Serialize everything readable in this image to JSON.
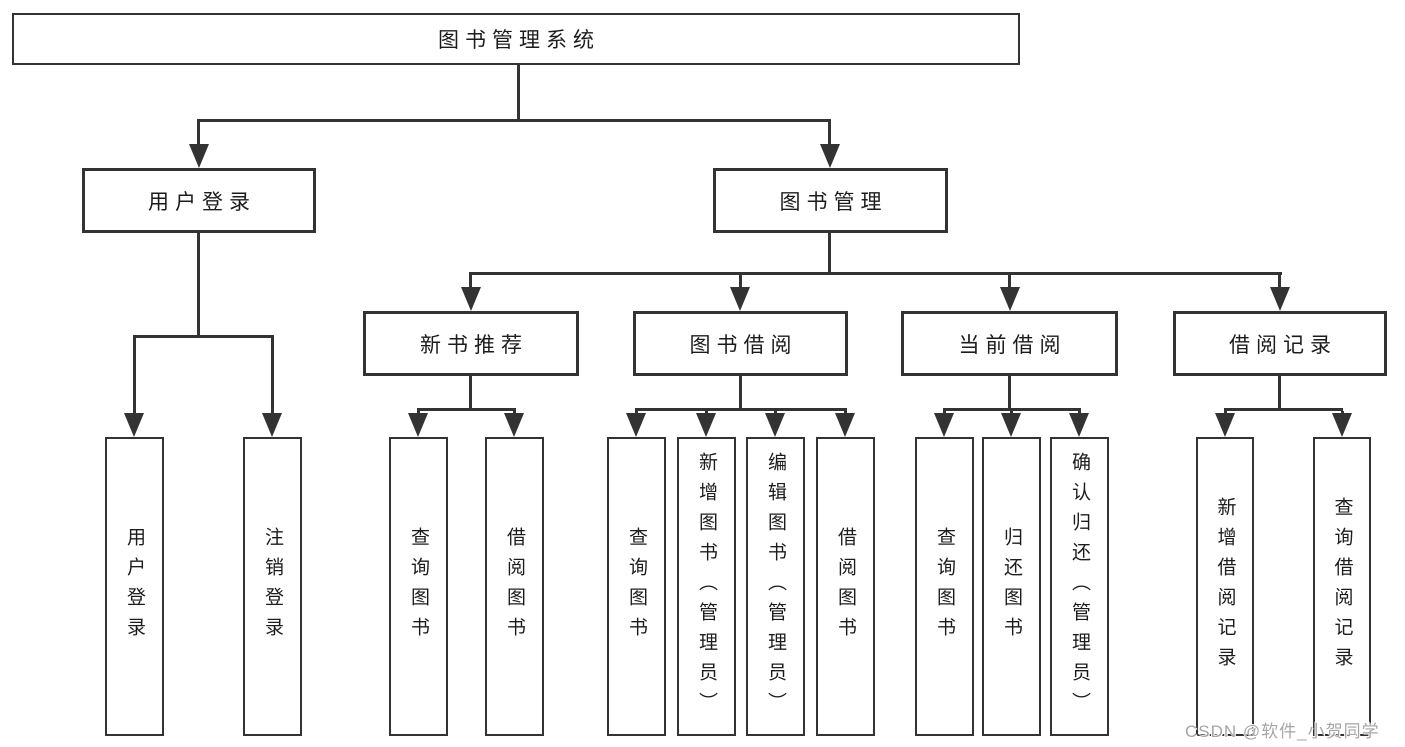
{
  "colors": {
    "line": "#333333",
    "text": "#1c1c1c",
    "background": "#ffffff",
    "watermark": "#a6a6a6"
  },
  "watermark": {
    "text": "CSDN @软件_小贺同学"
  },
  "tree": {
    "label": "图书管理系统",
    "children": [
      {
        "label": "用户登录",
        "children": [
          {
            "label": "用户登录"
          },
          {
            "label": "注销登录"
          }
        ]
      },
      {
        "label": "图书管理",
        "children": [
          {
            "label": "新书推荐",
            "children": [
              {
                "label": "查询图书"
              },
              {
                "label": "借阅图书"
              }
            ]
          },
          {
            "label": "图书借阅",
            "children": [
              {
                "label": "查询图书"
              },
              {
                "label": "新增图书（管理员）"
              },
              {
                "label": "编辑图书（管理员）"
              },
              {
                "label": "借阅图书"
              }
            ]
          },
          {
            "label": "当前借阅",
            "children": [
              {
                "label": "查询图书"
              },
              {
                "label": "归还图书"
              },
              {
                "label": "确认归还（管理员）"
              }
            ]
          },
          {
            "label": "借阅记录",
            "children": [
              {
                "label": "新增借阅记录"
              },
              {
                "label": "查询借阅记录"
              }
            ]
          }
        ]
      }
    ]
  }
}
